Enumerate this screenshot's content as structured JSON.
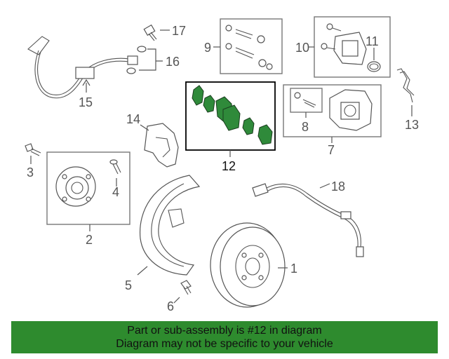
{
  "callouts": {
    "c1": "1",
    "c2": "2",
    "c3": "3",
    "c4": "4",
    "c5": "5",
    "c6": "6",
    "c7": "7",
    "c8": "8",
    "c9": "9",
    "c10": "10",
    "c11": "11",
    "c12": "12",
    "c13": "13",
    "c14": "14",
    "c15": "15",
    "c16": "16",
    "c17": "17",
    "c18": "18"
  },
  "highlight_color": "#2e8b2e",
  "banner": {
    "line1": "Part or sub-assembly is #12 in diagram",
    "line2": "Diagram may not be specific to your vehicle"
  }
}
